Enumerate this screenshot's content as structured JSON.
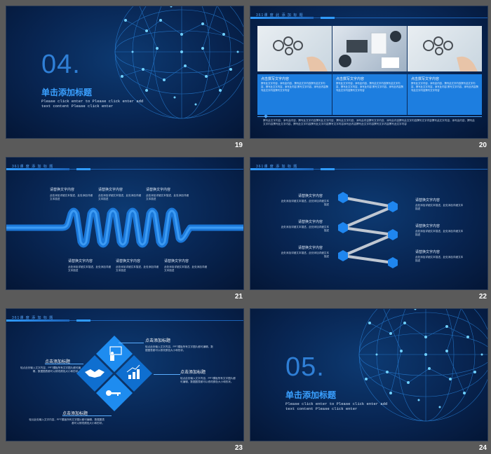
{
  "slides": [
    {
      "number": "19",
      "big_number": "04.",
      "title": "单击添加标题",
      "subtitle": "Please click enter to Please click enter add text content Please click enter"
    },
    {
      "number": "20",
      "header": "361课 度 此 添 加 标 题",
      "cards": [
        {
          "title": "点击撰写文字内容",
          "text": "撰写此文字内容，添写此内容，撰写此文字内容撰写此文字内容，撰写此文字内容，添写此内容 撰写文字内容，添写此内容撰写此文字内容撰写文字内容"
        },
        {
          "title": "点击撰写文字内容",
          "text": "撰写此文字内容，添写此内容，撰写此文字内容撰写此文字内容，撰写此文字内容，添写此内容 撰写文字内容，添写此内容撰写此文字内容撰写文字内容"
        },
        {
          "title": "点击撰写文字内容",
          "text": "撰写此文字内容，添写此内容，撰写此文字内容撰写此文字内容，撰写此文字内容，添写此内容 撰写文字内容，添写此内容撰写此文字内容撰写文字内容"
        }
      ],
      "footer_text": "撰写此文字内容，添写此内容，撰写此文字内容撰写此文字内容，撰写此文字内容，添写此内容撰写文字内容，添写此内容撰写此文字内容撰写文字内容撰写此文字内容，添写此内容，撰写此文字内容撰写此文字内容，撰写此文字内容撰写此文字内容撰写文字内容添写此内容撰写此文字内容撰写文字内容撰写此文字内容"
    },
    {
      "number": "21",
      "header": "361课 度 添 加 标 题",
      "top_labels": [
        "请替换文字内容",
        "请替换文字内容",
        "请替换文字内容"
      ],
      "bottom_labels": [
        "请替换文字内容",
        "请替换文字内容",
        "请替换文字内容"
      ],
      "small_text": "此处添加详细文本描述，此处添加详细文本描述"
    },
    {
      "number": "22",
      "header": "361课 度 添 加 标 题",
      "left_labels": [
        "请替换文字内容",
        "请替换文字内容",
        "请替换文字内容"
      ],
      "right_labels": [
        "请替换文字内容",
        "请替换文字内容",
        "请替换文字内容"
      ],
      "small_text": "此处添加详细文本描述，此处添加详细文本描述"
    },
    {
      "number": "23",
      "header": "361课 度 添 加 标 题",
      "blocks": [
        {
          "title": "点击添加标题",
          "text": "轻点此处输入文字内容，PPT模板所有文字图片都可编辑，数据图表都可以修改颜色大小和形状。"
        },
        {
          "title": "点击添加标题",
          "text": "轻点此处输入文字内容，PPT模板所有文字图片都可编辑，数据图表都可以修改颜色大小和形状。"
        },
        {
          "title": "点击添加标题",
          "text": "轻点此处输入文字内容，PPT模板所有文字图片都可编辑，数据图表都可以修改颜色大小和形状。"
        },
        {
          "title": "点击添加标题",
          "text": "轻点此处输入文字内容，PPT模板所有文字图片都可编辑，数据图表都可以修改颜色大小和形状。"
        }
      ]
    },
    {
      "number": "24",
      "big_number": "05.",
      "title": "单击添加标题",
      "subtitle": "Please click enter to Please click enter add text content Please click enter"
    }
  ],
  "colors": {
    "accent": "#2f9bff",
    "brand_blue": "#1d7ee0",
    "background": "#082552"
  },
  "icons": [
    "globe-network-icon",
    "gear-icon",
    "handshake-icon",
    "presenter-icon",
    "growth-chart-icon",
    "key-icon"
  ]
}
